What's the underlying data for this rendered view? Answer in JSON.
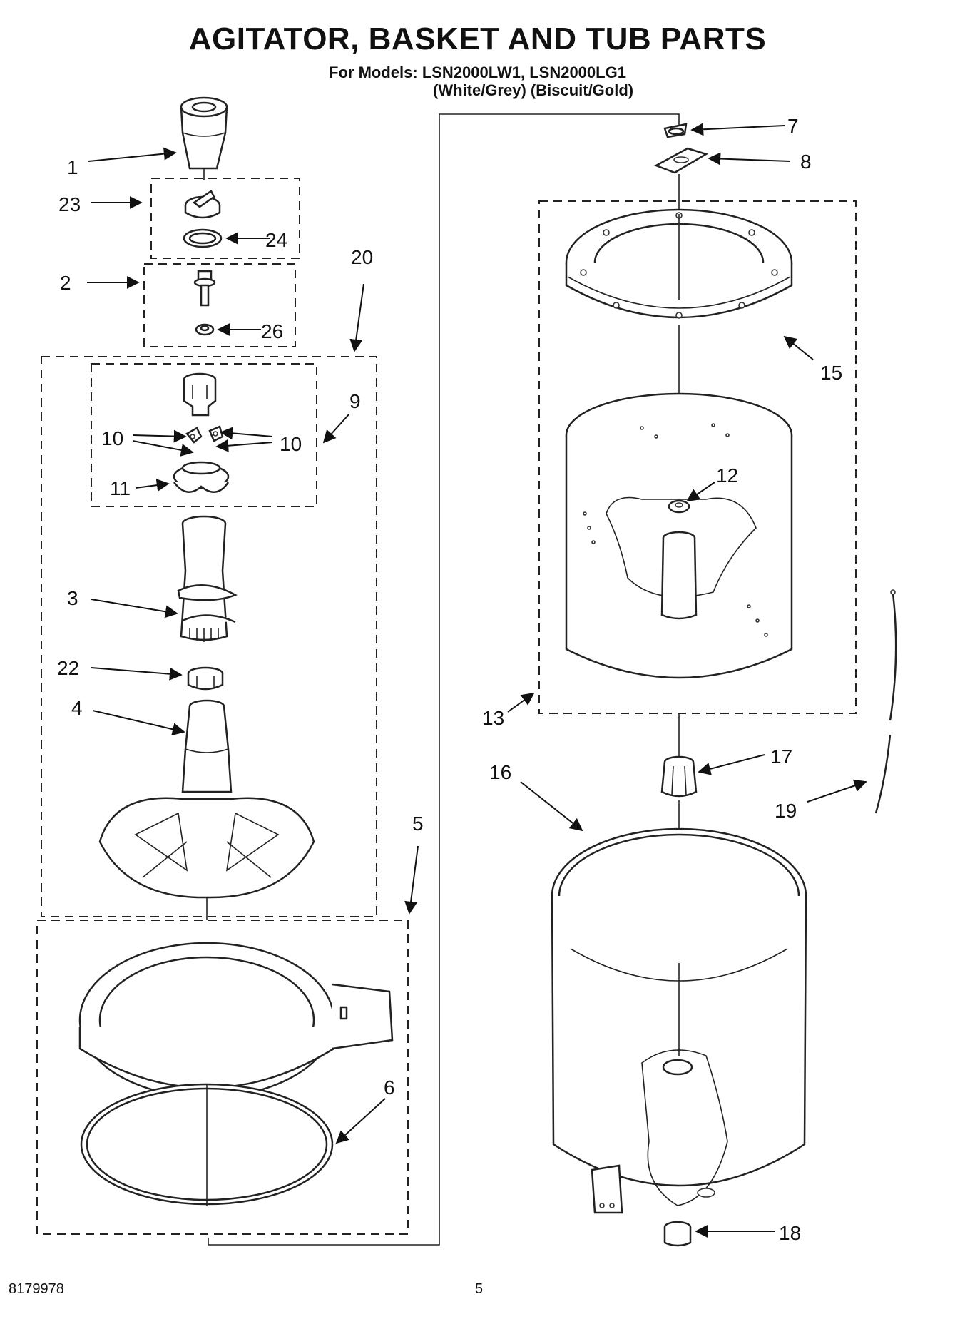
{
  "header": {
    "title": "AGITATOR, BASKET AND TUB PARTS",
    "models_line": "For Models: LSN2000LW1, LSN2000LG1",
    "colors_line": "(White/Grey) (Biscuit/Gold)"
  },
  "footer": {
    "doc_number": "8179978",
    "page_number": "5"
  },
  "callouts": {
    "c1": "1",
    "c2": "2",
    "c3": "3",
    "c4": "4",
    "c5": "5",
    "c6": "6",
    "c7": "7",
    "c8": "8",
    "c9": "9",
    "c10a": "10",
    "c10b": "10",
    "c11": "11",
    "c12": "12",
    "c13": "13",
    "c15": "15",
    "c16": "16",
    "c17": "17",
    "c18": "18",
    "c19": "19",
    "c20": "20",
    "c22": "22",
    "c23": "23",
    "c24": "24",
    "c26": "26"
  }
}
